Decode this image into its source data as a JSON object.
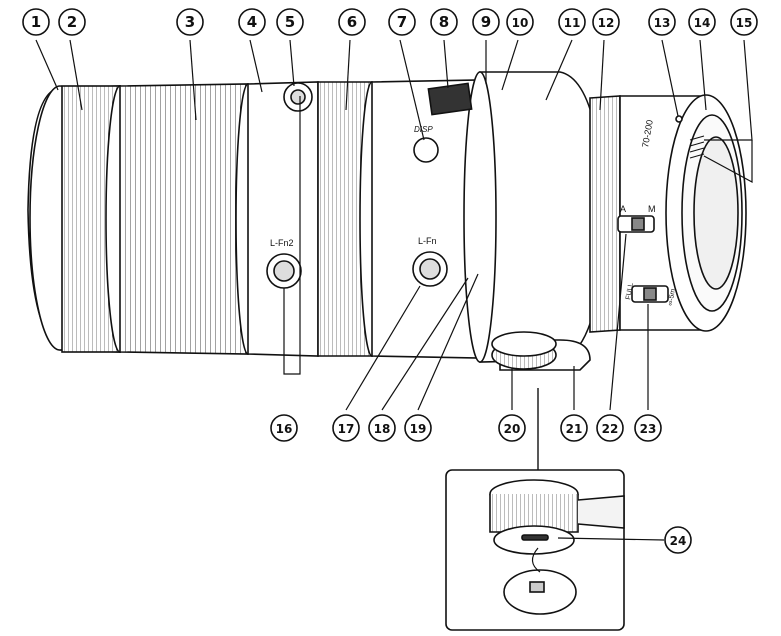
{
  "callouts": [
    "1",
    "2",
    "3",
    "4",
    "5",
    "6",
    "7",
    "8",
    "9",
    "10",
    "11",
    "12",
    "13",
    "14",
    "15",
    "16",
    "17",
    "18",
    "19",
    "20",
    "21",
    "22",
    "23",
    "24"
  ],
  "lens_labels": {
    "l_fn2": "L-Fn2",
    "l_fn": "L-Fn",
    "disp": "DISP",
    "focal_mark": "70-200",
    "switch_a": "A",
    "switch_m": "M",
    "switch_full": "FULL",
    "switch_inf": "∞-5m"
  }
}
